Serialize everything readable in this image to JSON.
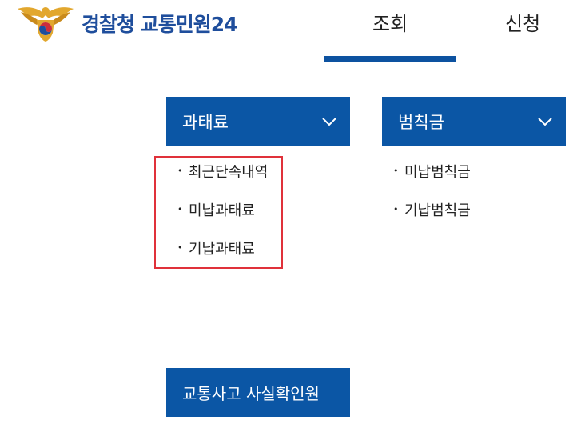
{
  "header": {
    "logo_org": "경찰청",
    "logo_service": "교통민원24",
    "nav": [
      {
        "label": "조회",
        "active": true
      },
      {
        "label": "신청",
        "active": false
      }
    ]
  },
  "menus": {
    "fine": {
      "label": "과태료",
      "items": [
        "최근단속내역",
        "미납과태료",
        "기납과태료"
      ]
    },
    "penalty": {
      "label": "범칙금",
      "items": [
        "미납범칙금",
        "기납범칙금"
      ]
    }
  },
  "accident_button": {
    "label": "교통사고 사실확인원"
  },
  "colors": {
    "primary": "#0b56a5",
    "highlight": "#e0313a",
    "logo_text": "#1f4e9c"
  }
}
